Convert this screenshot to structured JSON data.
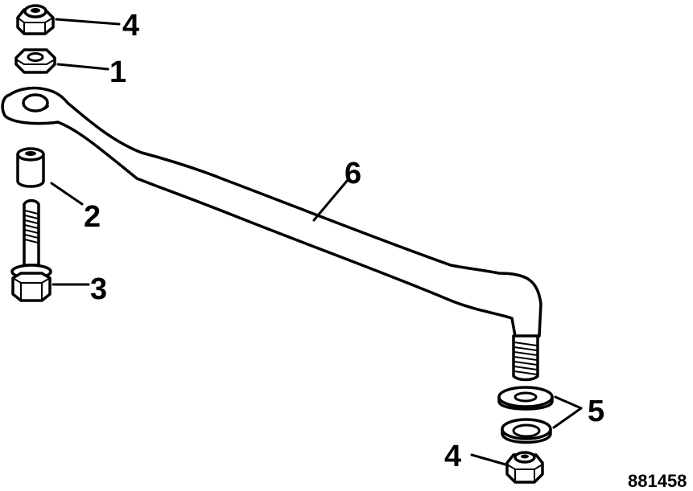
{
  "diagram": {
    "callouts": {
      "c4_top": "4",
      "c1": "1",
      "c2": "2",
      "c3": "3",
      "c6": "6",
      "c5": "5",
      "c4_bottom": "4"
    },
    "figure_id": "881458"
  }
}
